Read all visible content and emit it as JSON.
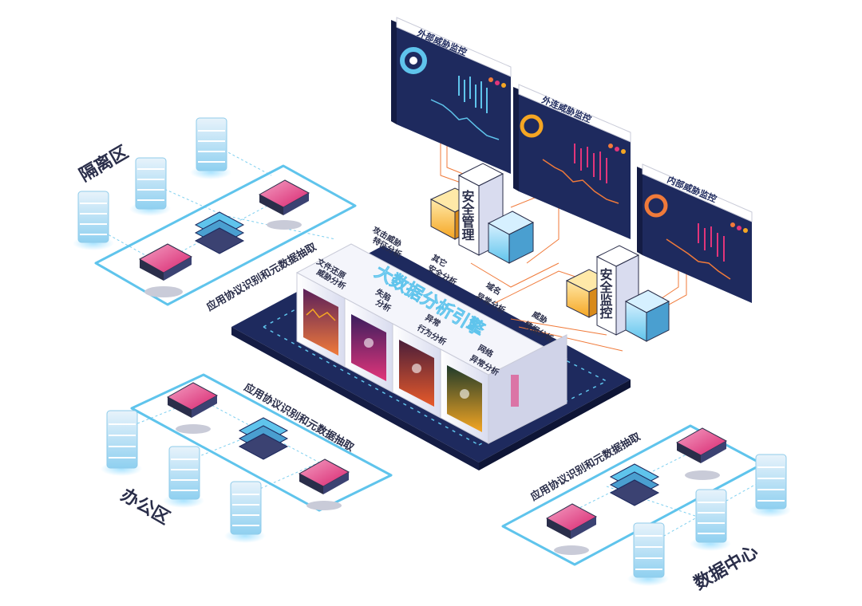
{
  "colors": {
    "cyan": "#5fc4ec",
    "navy": "#1e2a5e",
    "pink": "#e2357a",
    "orange": "#f07a3a",
    "amber": "#f5a623"
  },
  "zones": {
    "isolation": "隔离区",
    "office": "办公区",
    "datacenter": "数据中心"
  },
  "flows": {
    "isolation": "应用协议识别和元数据抽取",
    "office": "应用协议识别和元数据抽取",
    "datacenter": "应用协议识别和元数据抽取"
  },
  "panels": {
    "external": "外部威胁监控",
    "outbound": "外连威胁监控",
    "internal": "内部威胁监控"
  },
  "towers": {
    "management": "安全管理",
    "monitoring": "安全监控"
  },
  "engine": {
    "title": "大数据分析引擎"
  },
  "analysis": {
    "attack_l1": "攻击威胁",
    "attack_l2": "特征分析",
    "file_l1": "文件还原",
    "file_l2": "威胁分析",
    "other_l1": "其它",
    "other_l2": "安全分析",
    "fall_l1": "失陷",
    "fall_l2": "分析",
    "domain_l1": "域名",
    "domain_l2": "异常分析",
    "behavior_l1": "异常",
    "behavior_l2": "行为分析",
    "intel_l1": "威胁",
    "intel_l2": "情报分析",
    "network_l1": "网络",
    "network_l2": "异常分析"
  }
}
